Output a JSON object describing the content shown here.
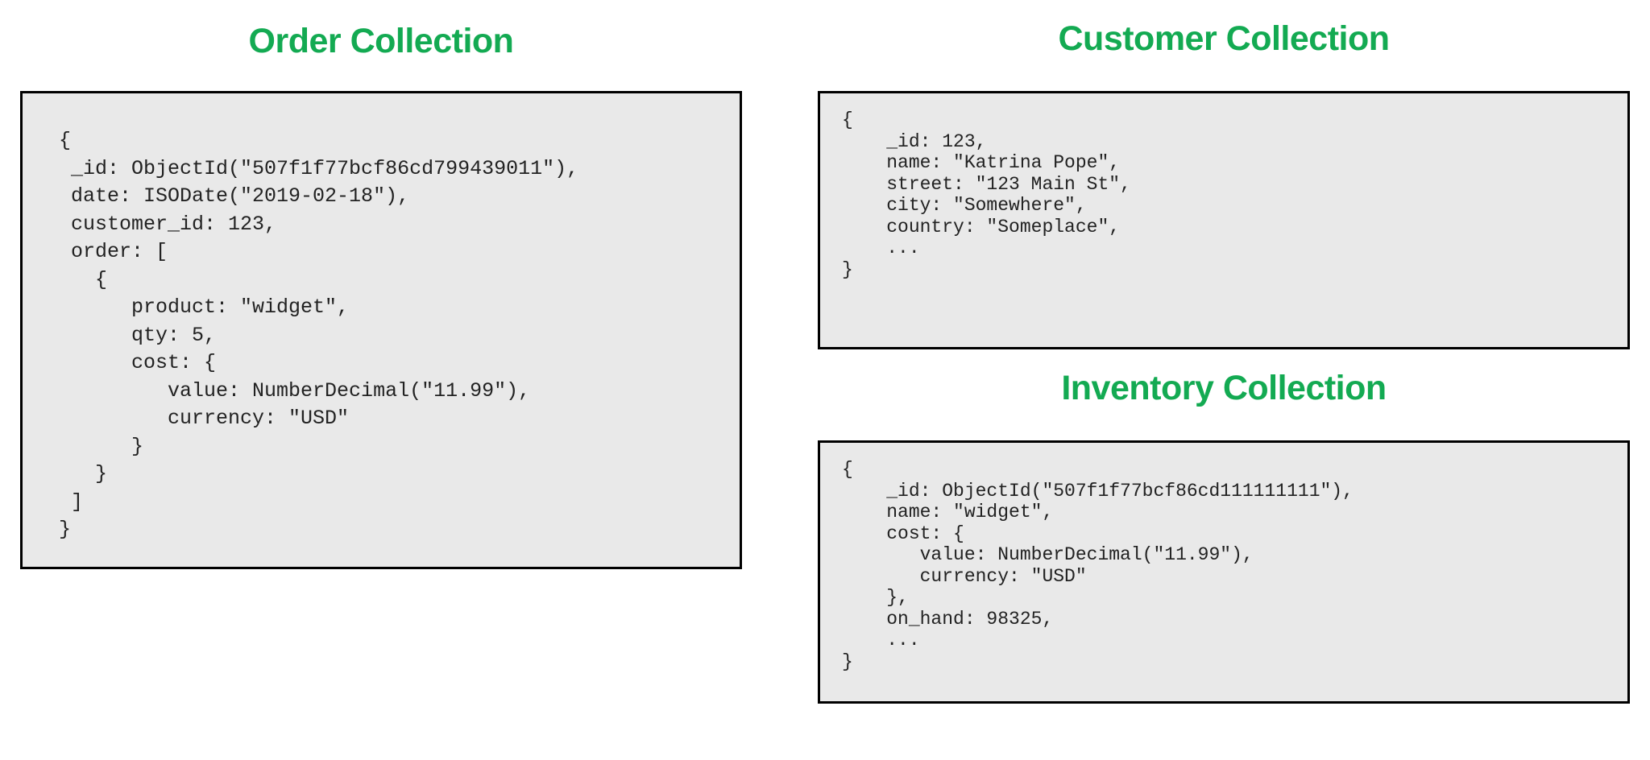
{
  "panels": {
    "order": {
      "title": "Order Collection",
      "title_color": "#13aa52",
      "box_bg": "#e9e9e9",
      "box_border": "#000000",
      "code": "{\n _id: ObjectId(\"507f1f77bcf86cd799439011\"),\n date: ISODate(\"2019-02-18\"),\n customer_id: 123,\n order: [\n   {\n      product: \"widget\",\n      qty: 5,\n      cost: {\n         value: NumberDecimal(\"11.99\"),\n         currency: \"USD\"\n      }\n   }\n ]\n}"
    },
    "customer": {
      "title": "Customer Collection",
      "title_color": "#13aa52",
      "box_bg": "#e9e9e9",
      "box_border": "#000000",
      "code": "{\n    _id: 123,\n    name: \"Katrina Pope\",\n    street: \"123 Main St\",\n    city: \"Somewhere\",\n    country: \"Someplace\",\n    ...\n}"
    },
    "inventory": {
      "title": "Inventory Collection",
      "title_color": "#13aa52",
      "box_bg": "#e9e9e9",
      "box_border": "#000000",
      "code": "{\n    _id: ObjectId(\"507f1f77bcf86cd111111111\"),\n    name: \"widget\",\n    cost: {\n       value: NumberDecimal(\"11.99\"),\n       currency: \"USD\"\n    },\n    on_hand: 98325,\n    ...\n}"
    }
  }
}
